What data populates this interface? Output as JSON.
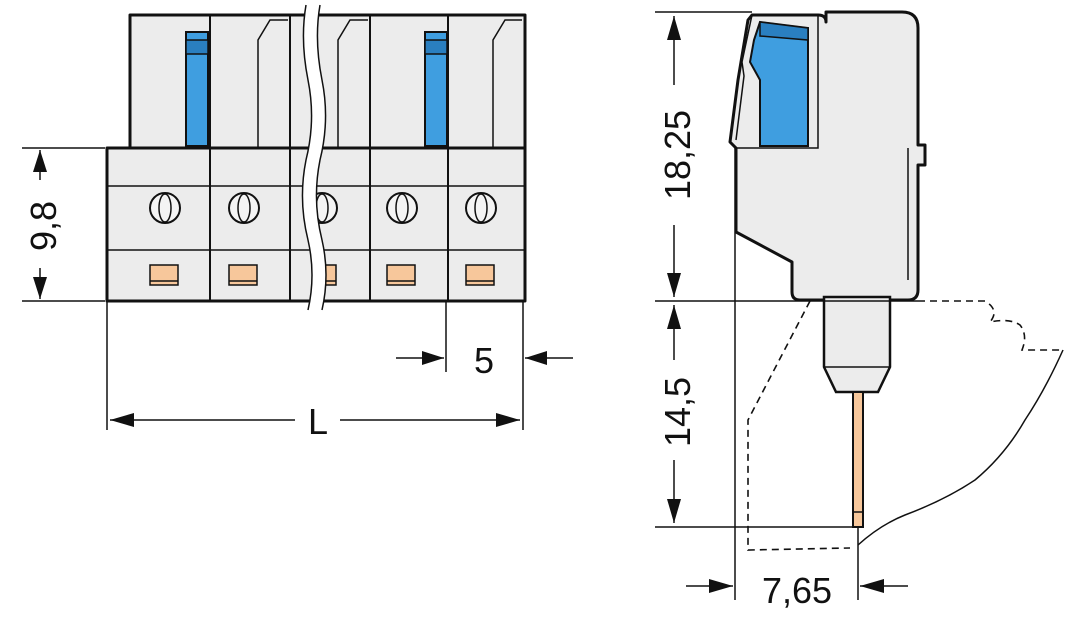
{
  "colors": {
    "housing": "#ececec",
    "release_lever": "#3f9ee0",
    "contact_pad": "#f7c79b",
    "outline": "#111111"
  },
  "dimensions": {
    "pitch": "5",
    "length": "L",
    "height_front": "9,8",
    "height_side": "18,25",
    "pin_length": "14,5",
    "pin_offset": "7,65"
  }
}
